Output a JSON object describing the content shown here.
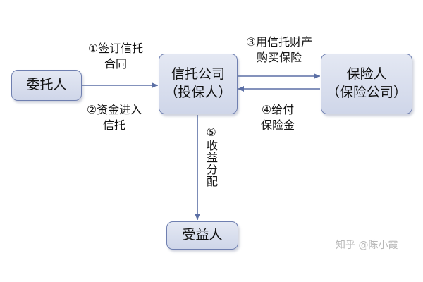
{
  "nodes": {
    "trustor": {
      "line1": "委托人"
    },
    "trust_company": {
      "line1": "信托公司",
      "line2": "（投保人）"
    },
    "insurer": {
      "line1": "保险人",
      "line2": "（保险公司）"
    },
    "beneficiary": {
      "line1": "受益人"
    }
  },
  "edges": {
    "sign_contract": {
      "line1": "①签订信托",
      "line2": "合同"
    },
    "fund_trust": {
      "line1": "②资金进入",
      "line2": "信托"
    },
    "buy_insurance": {
      "line1": "③用信托财产",
      "line2": "购买保险"
    },
    "pay_insurance": {
      "line1": "④给付",
      "line2": "保险金"
    },
    "distribute": {
      "text": "⑤收益分配"
    }
  },
  "watermark": {
    "text": "知乎 @陈小霞"
  },
  "colors": {
    "arrow": "#5b6fa5",
    "box_border": "#6f7fb0",
    "box_fill": "#d8deee"
  }
}
